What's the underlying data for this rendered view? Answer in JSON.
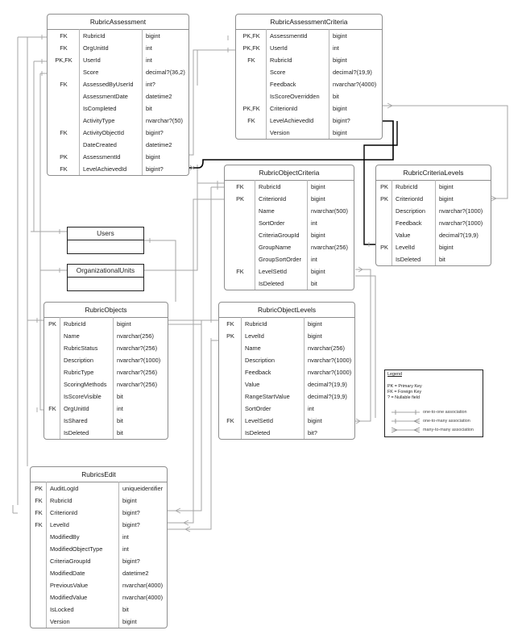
{
  "entities": [
    {
      "id": "ra",
      "title": "RubricAssessment",
      "rows": [
        [
          "FK",
          "RubricId",
          "bigint"
        ],
        [
          "FK",
          "OrgUnitId",
          "int"
        ],
        [
          "PK,FK",
          "UserId",
          "int"
        ],
        [
          "",
          "Score",
          "decimal?(36,2)"
        ],
        [
          "FK",
          "AssessedByUserId",
          "int?"
        ],
        [
          "",
          "AssessmentDate",
          "datetime2"
        ],
        [
          "",
          "IsCompleted",
          "bit"
        ],
        [
          "",
          "ActivityType",
          "nvarchar?(50)"
        ],
        [
          "FK",
          "ActivityObjectId",
          "bigint?"
        ],
        [
          "",
          "DateCreated",
          "datetime2"
        ],
        [
          "PK",
          "AssessmentId",
          "bigint"
        ],
        [
          "FK",
          "LevelAchievedId",
          "bigint?"
        ]
      ]
    },
    {
      "id": "rac",
      "title": "RubricAssessmentCriteria",
      "rows": [
        [
          "PK,FK",
          "AssessmentId",
          "bigint"
        ],
        [
          "PK,FK",
          "UserId",
          "int"
        ],
        [
          "FK",
          "RubricId",
          "bigint"
        ],
        [
          "",
          "Score",
          "decimal?(19,9)"
        ],
        [
          "",
          "Feedback",
          "nvarchar?(4000)"
        ],
        [
          "",
          "IsScoreOverridden",
          "bit"
        ],
        [
          "PK,FK",
          "CriterionId",
          "bigint"
        ],
        [
          "FK",
          "LevelAchievedId",
          "bigint?"
        ],
        [
          "",
          "Version",
          "bigint"
        ]
      ]
    },
    {
      "id": "roc",
      "title": "RubricObjectCriteria",
      "rows": [
        [
          "FK",
          "RubricId",
          "bigint"
        ],
        [
          "PK",
          "CriterionId",
          "bigint"
        ],
        [
          "",
          "Name",
          "nvarchar(500)"
        ],
        [
          "",
          "SortOrder",
          "int"
        ],
        [
          "",
          "CriteriaGroupId",
          "bigint"
        ],
        [
          "",
          "GroupName",
          "nvarchar(256)"
        ],
        [
          "",
          "GroupSortOrder",
          "int"
        ],
        [
          "FK",
          "LevelSetId",
          "bigint"
        ],
        [
          "",
          "IsDeleted",
          "bit"
        ]
      ]
    },
    {
      "id": "rcl",
      "title": "RubricCriteriaLevels",
      "rows": [
        [
          "PK",
          "RubricId",
          "bigint"
        ],
        [
          "PK",
          "CriterionId",
          "bigint"
        ],
        [
          "",
          "Description",
          "nvarchar?(1000)"
        ],
        [
          "",
          "Feedback",
          "nvarchar?(1000)"
        ],
        [
          "",
          "Value",
          "decimal?(19,9)"
        ],
        [
          "PK",
          "LevelId",
          "bigint"
        ],
        [
          "",
          "IsDeleted",
          "bit"
        ]
      ]
    },
    {
      "id": "ro",
      "title": "RubricObjects",
      "rows": [
        [
          "PK",
          "RubricId",
          "bigint"
        ],
        [
          "",
          "Name",
          "nvarchar(256)"
        ],
        [
          "",
          "RubricStatus",
          "nvarchar?(256)"
        ],
        [
          "",
          "Description",
          "nvarchar?(1000)"
        ],
        [
          "",
          "RubricType",
          "nvarchar?(256)"
        ],
        [
          "",
          "ScoringMethods",
          "nvarchar?(256)"
        ],
        [
          "",
          "IsScoreVisible",
          "bit"
        ],
        [
          "FK",
          "OrgUnitId",
          "int"
        ],
        [
          "",
          "IsShared",
          "bit"
        ],
        [
          "",
          "IsDeleted",
          "bit"
        ]
      ]
    },
    {
      "id": "rol",
      "title": "RubricObjectLevels",
      "rows": [
        [
          "FK",
          "RubricId",
          "bigint"
        ],
        [
          "PK",
          "LevelId",
          "bigint"
        ],
        [
          "",
          "Name",
          "nvarchar(256)"
        ],
        [
          "",
          "Description",
          "nvarchar?(1000)"
        ],
        [
          "",
          "Feedback",
          "nvarchar?(1000)"
        ],
        [
          "",
          "Value",
          "decimal?(19,9)"
        ],
        [
          "",
          "RangeStartValue",
          "decimal?(19,9)"
        ],
        [
          "",
          "SortOrder",
          "int"
        ],
        [
          "FK",
          "LevelSetId",
          "bigint"
        ],
        [
          "",
          "IsDeleted",
          "bit?"
        ]
      ]
    },
    {
      "id": "re",
      "title": "RubricsEdit",
      "rows": [
        [
          "PK",
          "AuditLogId",
          "uniqueidentifier"
        ],
        [
          "FK",
          "RubricId",
          "bigint"
        ],
        [
          "FK",
          "CriterionId",
          "bigint?"
        ],
        [
          "FK",
          "LevelId",
          "bigint?"
        ],
        [
          "",
          "ModifiedBy",
          "int"
        ],
        [
          "",
          "ModifiedObjectType",
          "int"
        ],
        [
          "",
          "CriteriaGroupId",
          "bigint?"
        ],
        [
          "",
          "ModifiedDate",
          "datetime2"
        ],
        [
          "",
          "PreviousValue",
          "nvarchar(4000)"
        ],
        [
          "",
          "ModifiedValue",
          "nvarchar(4000)"
        ],
        [
          "",
          "IsLocked",
          "bit"
        ],
        [
          "",
          "Version",
          "bigint"
        ]
      ]
    }
  ],
  "plain_tables": [
    {
      "id": "users",
      "title": "Users"
    },
    {
      "id": "orgunits",
      "title": "OrganizationalUnits"
    }
  ],
  "legend": {
    "title": "Legend",
    "lines": [
      "PK = Primary Key",
      "FK = Foreign Key",
      "? = Nullable field"
    ],
    "items": [
      {
        "kind": "one-to-one",
        "label": "one-to-one association"
      },
      {
        "kind": "one-to-many",
        "label": "one-to-many association"
      },
      {
        "kind": "many-to-many",
        "label": "many-to-many association"
      }
    ]
  },
  "colors": {
    "border": "#8e8e8e",
    "connector": "#9a9a9a",
    "highlight": "#000000"
  }
}
